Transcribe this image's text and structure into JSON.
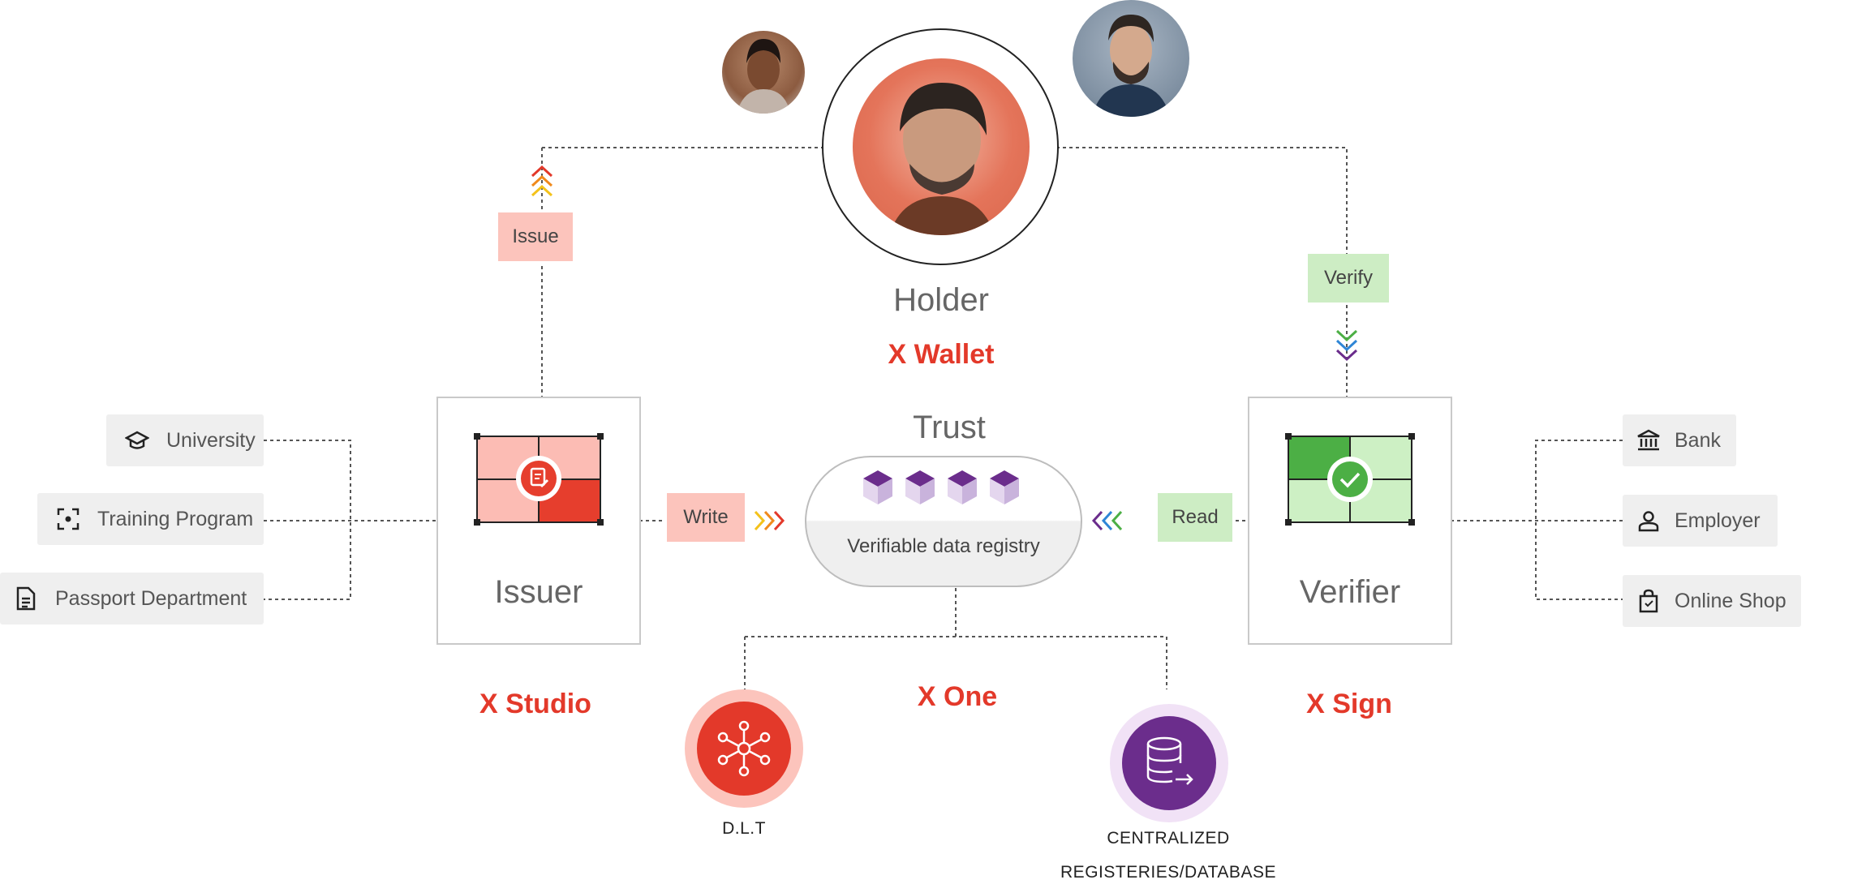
{
  "holder": {
    "title": "Holder",
    "product": "X Wallet"
  },
  "issuer": {
    "title": "Issuer",
    "product": "X Studio",
    "action": "Issue",
    "write": "Write"
  },
  "verifier": {
    "title": "Verifier",
    "product": "X Sign",
    "action": "Verify",
    "read": "Read"
  },
  "trust": {
    "title": "Trust",
    "registry": "Verifiable data registry",
    "product": "X One"
  },
  "issuer_sources": [
    {
      "label": "University",
      "icon": "graduation-cap-icon"
    },
    {
      "label": "Training Program",
      "icon": "focus-frame-icon"
    },
    {
      "label": "Passport Department",
      "icon": "document-icon"
    }
  ],
  "verifier_targets": [
    {
      "label": "Bank",
      "icon": "bank-icon"
    },
    {
      "label": "Employer",
      "icon": "person-icon"
    },
    {
      "label": "Online Shop",
      "icon": "shopping-bag-icon"
    }
  ],
  "storage": {
    "dlt": "D.L.T",
    "central_line1": "CENTRALIZED",
    "central_line2": "REGISTERIES/DATABASE"
  },
  "colors": {
    "brand_red": "#e3392a",
    "issue_tag": "#fcc4bc",
    "verify_tag": "#cdedc4",
    "purple": "#6b2d8c",
    "green": "#4caf45"
  }
}
